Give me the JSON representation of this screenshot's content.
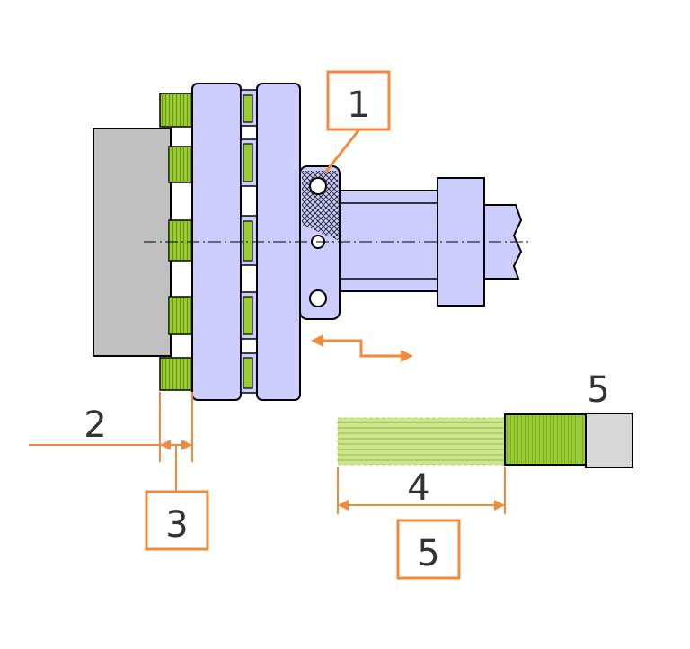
{
  "labels": {
    "callout_1": "1",
    "label_2": "2",
    "callout_3": "3",
    "label_4": "4",
    "label_5_top": "5",
    "callout_5": "5"
  },
  "colors": {
    "housing": "#c0c0c0",
    "disc": "#ccccff",
    "pin_green": "#99cc33",
    "pin_green_light": "#cce68a",
    "pin_grey": "#d8d8d8",
    "accent_orange": "#f08a3c",
    "outline": "#000000"
  }
}
